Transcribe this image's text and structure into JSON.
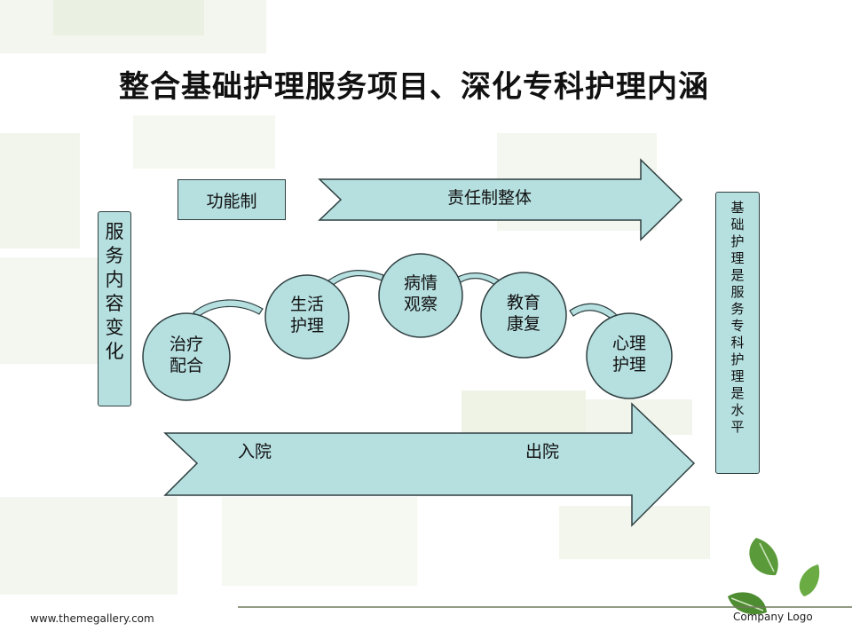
{
  "title": "整合基础护理服务项目、深化专科护理内涵",
  "top_box": "功能制",
  "top_arrow": "责任制整体",
  "left_box": [
    "服",
    "务",
    "内",
    "容",
    "变",
    "化"
  ],
  "right_box": [
    "基",
    "础",
    "护",
    "理",
    "是",
    "服",
    "务",
    "专",
    "科",
    "护",
    "理",
    "是",
    "水",
    "平"
  ],
  "bottom_arrow": {
    "start": "入院",
    "end": "出院"
  },
  "circles": [
    {
      "line1": "治疗",
      "line2": "配合"
    },
    {
      "line1": "生活",
      "line2": "护理"
    },
    {
      "line1": "病情",
      "line2": "观察"
    },
    {
      "line1": "教育",
      "line2": "康复"
    },
    {
      "line1": "心理",
      "line2": "护理"
    }
  ],
  "footer": {
    "url": "www.themegallery.com",
    "logo": "Company Logo"
  },
  "colors": {
    "shape_fill": "#b6dfe0",
    "outline": "#2f3f40",
    "background_tint": "#eef3e6",
    "leaf": "#5a9a3a"
  }
}
